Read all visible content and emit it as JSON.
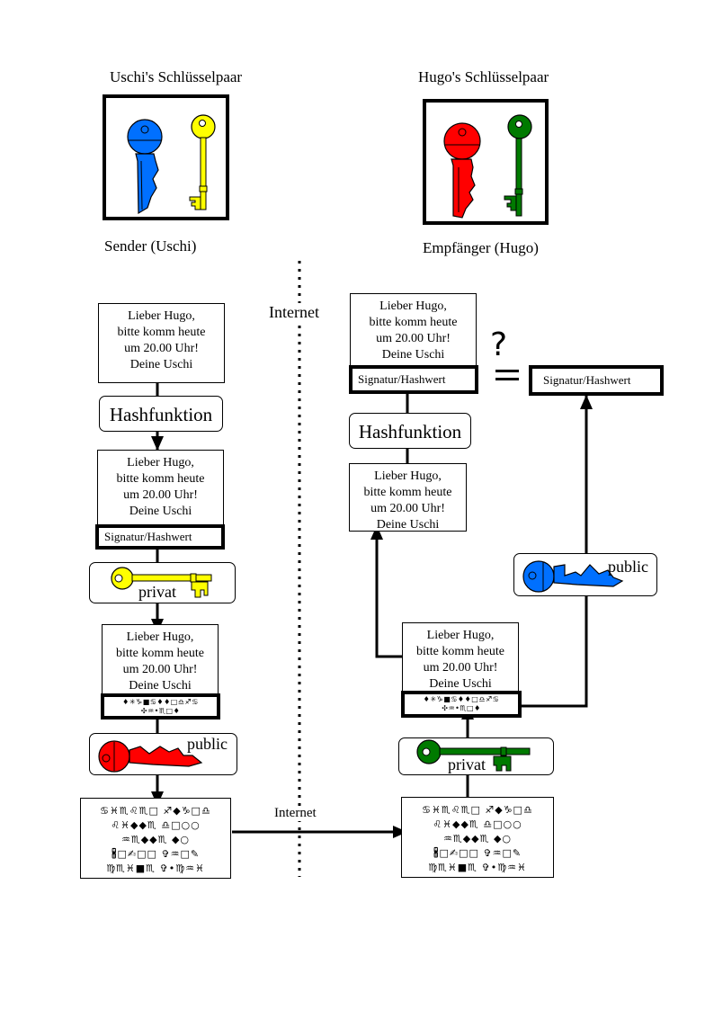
{
  "sender": {
    "keypair_title": "Uschi's Schlüsselpaar",
    "role_label": "Sender (Uschi)",
    "private_key_color": "#ffff00",
    "public_key_color": "#0070ff"
  },
  "receiver": {
    "keypair_title": "Hugo's Schlüsselpaar",
    "role_label": "Empfänger (Hugo)",
    "private_key_color": "#007a00",
    "public_key_color": "#ff0000"
  },
  "message": {
    "lines": [
      "Lieber Hugo,",
      "bitte komm heute",
      "um  20.00 Uhr!",
      "Deine Uschi"
    ]
  },
  "labels": {
    "hash_function": "Hashfunktion",
    "signature_hash": "Signatur/Hashwert",
    "private": "privat",
    "public": "public",
    "internet": "Internet",
    "question": "?",
    "equals": "="
  },
  "encrypted_signature": {
    "lines": [
      "♦✳♑■♋♦♦□♎♐♋",
      "✣♒•♏□♦"
    ]
  },
  "ciphertext": {
    "lines": [
      "♋♓♏♌♏□  ♐◆♑□♎",
      "♌♓◆◆♏  ♎□○○",
      "♒♏◆◆♏  ◆○",
      "🖁□✍□□  ✞♒□✎",
      "♍♏♓■♏  ✞•♍♒♓"
    ]
  }
}
